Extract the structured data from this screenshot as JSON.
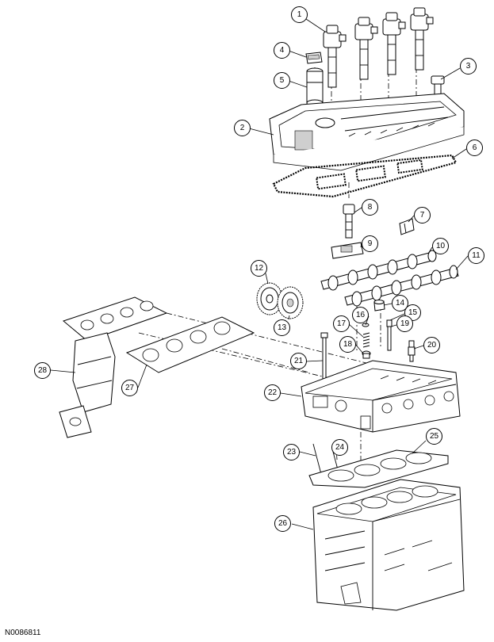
{
  "figure_id": "N0086811",
  "callouts": [
    "1",
    "2",
    "3",
    "4",
    "5",
    "6",
    "7",
    "8",
    "9",
    "10",
    "11",
    "12",
    "13",
    "14",
    "15",
    "16",
    "17",
    "18",
    "19",
    "20",
    "21",
    "22",
    "23",
    "24",
    "25",
    "26",
    "27",
    "28"
  ]
}
